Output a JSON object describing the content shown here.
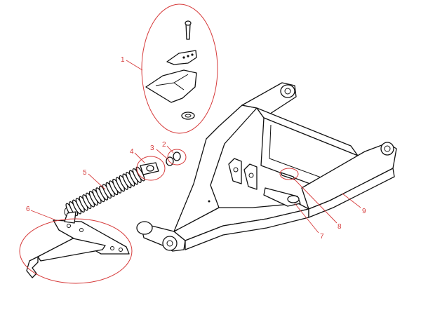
{
  "callouts": [
    {
      "id": "1",
      "label": "1"
    },
    {
      "id": "2",
      "label": "2"
    },
    {
      "id": "3",
      "label": "3"
    },
    {
      "id": "4",
      "label": "4"
    },
    {
      "id": "5",
      "label": "5"
    },
    {
      "id": "6",
      "label": "6"
    },
    {
      "id": "7",
      "label": "7"
    },
    {
      "id": "8",
      "label": "8"
    },
    {
      "id": "9",
      "label": "9"
    }
  ],
  "colors": {
    "callout": "#d63a3a",
    "linework": "#111111",
    "background": "#ffffff"
  }
}
